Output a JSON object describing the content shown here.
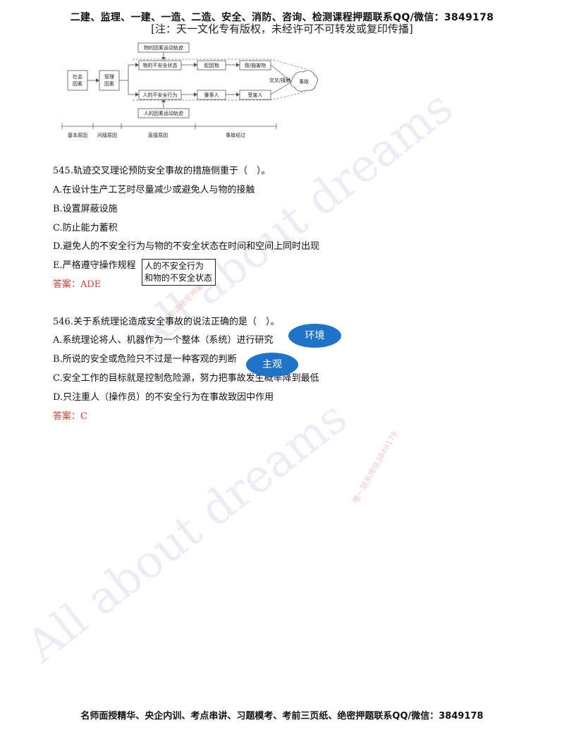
{
  "header": {
    "line1": "二建、监理、一建、一造、二造、安全、消防、咨询、检测课程押题联系QQ/微信：3849178",
    "line2": "[注：天一文化专有版权，未经许可不可转发或复印传播]"
  },
  "footer": {
    "text": "名师面授精华、央企内训、考点串讲、习题模考、考前三页纸、绝密押题联系QQ/微信：3849178"
  },
  "watermark": {
    "main": "All about dreams",
    "side": "唯一联系微信3849178",
    "side2": "考点串讲绝密押题"
  },
  "diagram": {
    "social_factor": [
      "社会",
      "因素"
    ],
    "mgmt_factor": [
      "管理",
      "因素"
    ],
    "object_track": "物的因素运动轨迹",
    "object_unsafe": "物的不安全状态",
    "cause_object": "起因物",
    "harm_object": "致/施害物",
    "cross_contact": "交叉/接触",
    "accident": "事故",
    "human_unsafe": "人的不安全行为",
    "perpetrator": "肇事人",
    "victim": "受害人",
    "human_track": "人的因素运动轨迹",
    "axis": [
      "基本原因",
      "间接原因",
      "直接原因",
      "事故经过"
    ]
  },
  "q545": {
    "stem": "545.轨迹交叉理论预防安全事故的措施侧重于（　）。",
    "options": [
      "A.在设计生产工艺时尽量减少或避免人与物的接触",
      "B.设置屏蔽设施",
      "C.防止能力蓄积",
      "D.避免人的不安全行为与物的不安全状态在时间和空间上同时出现",
      "E.严格遵守操作规程"
    ],
    "answer": "答案：ADE",
    "note_line1": "人的不安全行为",
    "note_line2": "和物的不安全状态"
  },
  "q546": {
    "stem": "546.关于系统理论造成安全事故的说法正确的是（　）。",
    "options": [
      "A.系统理论将人、机器作为一个整体（系统）进行研究",
      "B.所说的安全或危险只不过是一种客观的判断",
      "C.安全工作的目标就是控制危险源，努力把事故发生概率降到最低",
      "D.只注重人（操作员）的不安全行为在事故致因中作用"
    ],
    "answer": "答案：C",
    "bubble1": "环境",
    "bubble2": "主观"
  },
  "colors": {
    "answer": "#e03a2e",
    "bubble": "#1e73c9"
  }
}
